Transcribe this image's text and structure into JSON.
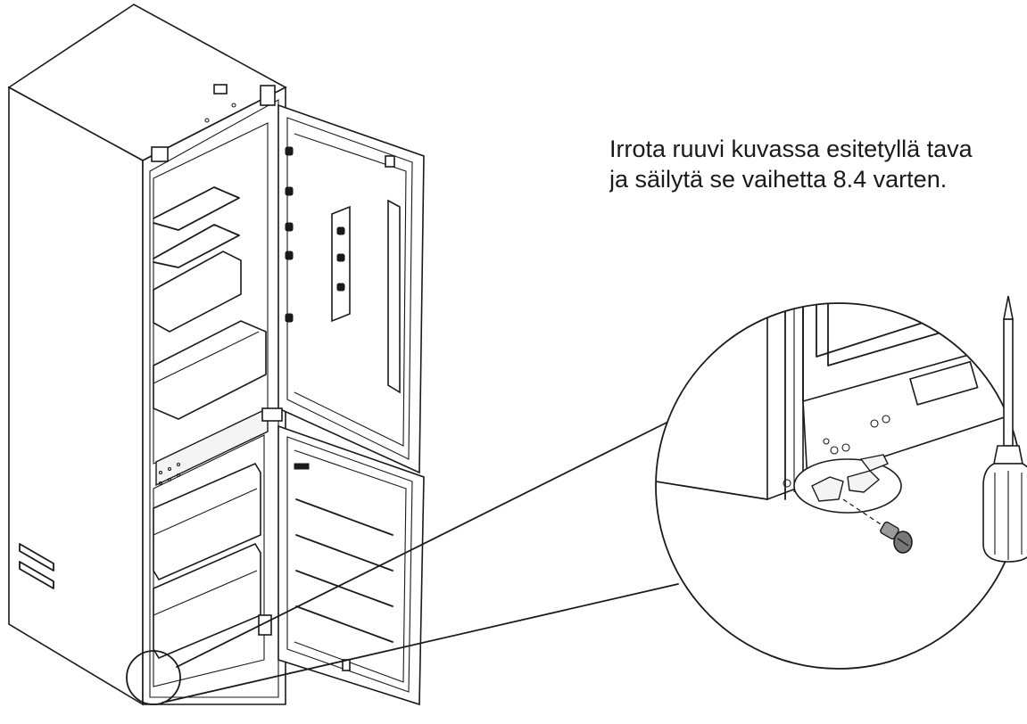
{
  "instruction": {
    "line1": "Irrota ruuvi kuvassa esitetyllä tava",
    "line2": "ja säilytä se vaihetta 8.4 varten."
  },
  "colors": {
    "line": "#1a1a1a",
    "background": "#ffffff",
    "screw": "#777777"
  },
  "icons": [
    "refrigerator",
    "magnifier-callout",
    "screw",
    "screwdriver"
  ]
}
